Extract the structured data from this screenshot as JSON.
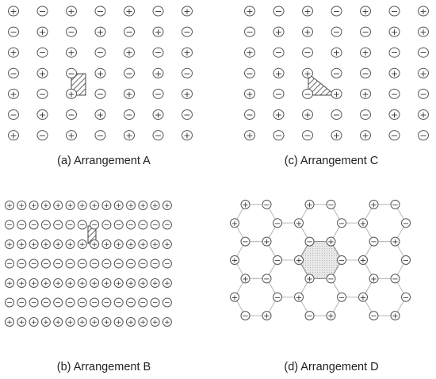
{
  "captions": {
    "a": "(a) Arrangement A",
    "b": "(b) Arrangement B",
    "c": "(c) Arrangement C",
    "d": "(d) Arrangement D"
  },
  "symbols": {
    "plus": "+",
    "minus": "−"
  },
  "arrangement_a": {
    "rows": [
      "+-+-+-+",
      "-+-+-+-",
      "+-+-+-+",
      "-+-+-+-",
      "+-+-+-+",
      "-+-+-+-",
      "+-+-+-+"
    ]
  },
  "arrangement_b": {
    "rows": [
      "++++++++++++++",
      "--------------",
      "++++++++++++++",
      "--------------",
      "++++++++++++++",
      "--------------",
      "++++++++++++++"
    ]
  },
  "arrangement_c": {
    "rows": [
      "+-+-+-+",
      "-++--++",
      "+--++--",
      "-++--++",
      "+--++--",
      "-++--++",
      "+--++--"
    ]
  },
  "arrangement_d": {
    "sites": [
      {
        "p": "c",
        "s": "+"
      },
      {
        "p": "c",
        "s": "-"
      },
      {
        "p": "c",
        "s": "+"
      },
      {
        "p": "c",
        "s": "-"
      },
      {
        "p": "c",
        "s": "+"
      },
      {
        "p": "c",
        "s": "-"
      },
      {
        "p": "c",
        "s": "+"
      },
      {
        "p": "c",
        "s": "-"
      },
      {
        "p": "c",
        "s": "+"
      },
      {
        "p": "c",
        "s": "-"
      },
      {
        "p": "c",
        "s": "+"
      },
      {
        "p": "c",
        "s": "-"
      },
      {
        "p": "c",
        "s": "-"
      },
      {
        "p": "c",
        "s": "+"
      },
      {
        "p": "c",
        "s": "-"
      },
      {
        "p": "c",
        "s": "+"
      },
      {
        "p": "c",
        "s": "-"
      },
      {
        "p": "c",
        "s": "+"
      },
      {
        "p": "c",
        "s": "+"
      },
      {
        "p": "c",
        "s": "-"
      },
      {
        "p": "c",
        "s": "+"
      },
      {
        "p": "c",
        "s": "-"
      },
      {
        "p": "c",
        "s": "+"
      },
      {
        "p": "c",
        "s": "-"
      }
    ]
  },
  "colors": {
    "ion_stroke": "#555555",
    "bond": "#bdbdbd",
    "hatch": "#444444",
    "shade": "#e6e6e6"
  }
}
